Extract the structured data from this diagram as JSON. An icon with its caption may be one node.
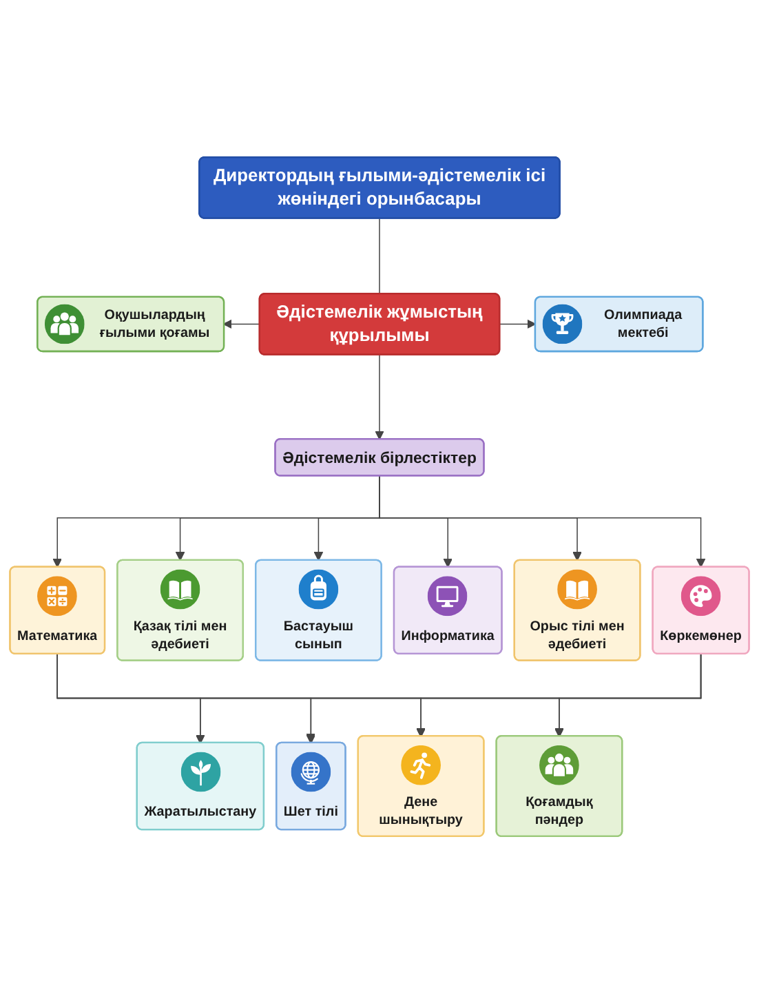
{
  "diagram": {
    "nodes": [
      {
        "text": [
          "Директордың ғылыми-әдістемелік ісі жөніндегі орынбасары"
        ]
      },
      {
        "text": [
          "Оқушылардың ғылыми қоғамы"
        ]
      },
      {
        "text": [
          "Әдістемелік жұмыстың құрылымы"
        ]
      },
      {
        "text": [
          "Олимпиада мектебі"
        ]
      },
      {
        "text": [
          "Әдістемелік бірлестіктер"
        ]
      },
      {
        "text": [
          "Математика"
        ]
      },
      {
        "text": [
          "Қазақ тілі мен әдебиеті"
        ]
      },
      {
        "text": [
          "Бастауыш сынып"
        ]
      },
      {
        "text": [
          "Информатика"
        ]
      },
      {
        "text": [
          "Орыс тілі мен әдебиеті"
        ]
      },
      {
        "text": [
          "Көркемөнер"
        ]
      },
      {
        "text": [
          "Жаратылыстану"
        ]
      },
      {
        "text": [
          "Шет тілі"
        ]
      },
      {
        "text": [
          "Дене шынықтыру"
        ]
      },
      {
        "text": [
          "Қоғамдық пәндер"
        ]
      }
    ],
    "edges": [
      {
        "from": 0,
        "to": 2,
        "arrow": "none"
      },
      {
        "from": 2,
        "to": 1,
        "arrow": "to"
      },
      {
        "from": 2,
        "to": 3,
        "arrow": "to"
      },
      {
        "from": 2,
        "to": 4,
        "arrow": "to"
      },
      {
        "from": 4,
        "to": 5,
        "arrow": "to"
      },
      {
        "from": 4,
        "to": 6,
        "arrow": "to"
      },
      {
        "from": 4,
        "to": 7,
        "arrow": "to"
      },
      {
        "from": 4,
        "to": 8,
        "arrow": "to"
      },
      {
        "from": 4,
        "to": 9,
        "arrow": "to"
      },
      {
        "from": 4,
        "to": 10,
        "arrow": "to"
      },
      {
        "from": 5,
        "to": 11,
        "arrow": "to"
      },
      {
        "from": 5,
        "to": 12,
        "arrow": "to"
      },
      {
        "from": 5,
        "to": 13,
        "arrow": "to"
      },
      {
        "from": 5,
        "to": 14,
        "arrow": "to"
      },
      {
        "from": 10,
        "to": 11,
        "arrow": "to"
      },
      {
        "from": 10,
        "to": 12,
        "arrow": "to"
      },
      {
        "from": 10,
        "to": 13,
        "arrow": "to"
      },
      {
        "from": 10,
        "to": 14,
        "arrow": "to"
      }
    ]
  }
}
